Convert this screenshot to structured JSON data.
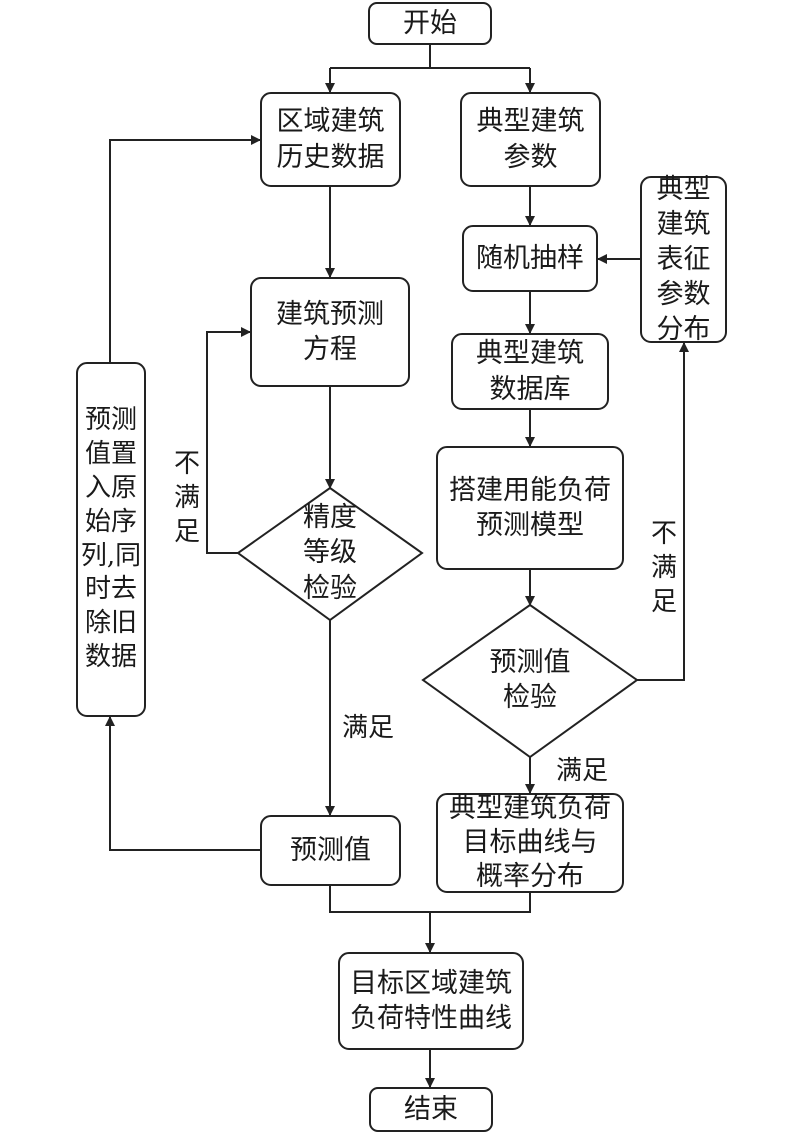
{
  "nodes": {
    "start": "开始",
    "hist_l1": "区域建筑",
    "hist_l2": "历史数据",
    "typ_l1": "典型建筑",
    "typ_l2": "参数",
    "equation_l1": "建筑预测",
    "equation_l2": "方程",
    "sampling": "随机抽样",
    "dist_vertical": "典型\n建筑\n表征\n参数\n分布",
    "db_l1": "典型建筑",
    "db_l2": "数据库",
    "model_l1": "搭建用能负荷",
    "model_l2": "预测模型",
    "accuracy_l1": "精度",
    "accuracy_l2": "等级",
    "accuracy_l3": "检验",
    "predcheck_l1": "预测值",
    "predcheck_l2": "检验",
    "replace_vertical": "预测\n值置\n入原\n始序\n列,同\n时去\n除旧\n数据",
    "pred_value": "预测值",
    "curve_l1": "典型建筑负荷",
    "curve_l2": "目标曲线与",
    "curve_l3": "概率分布",
    "target_l1": "目标区域建筑",
    "target_l2": "负荷特性曲线",
    "end": "结束"
  },
  "labels": {
    "fail_left": "不\n满\n足",
    "fail_right": "不\n满\n足",
    "pass_left": "满足",
    "pass_right": "满足"
  }
}
